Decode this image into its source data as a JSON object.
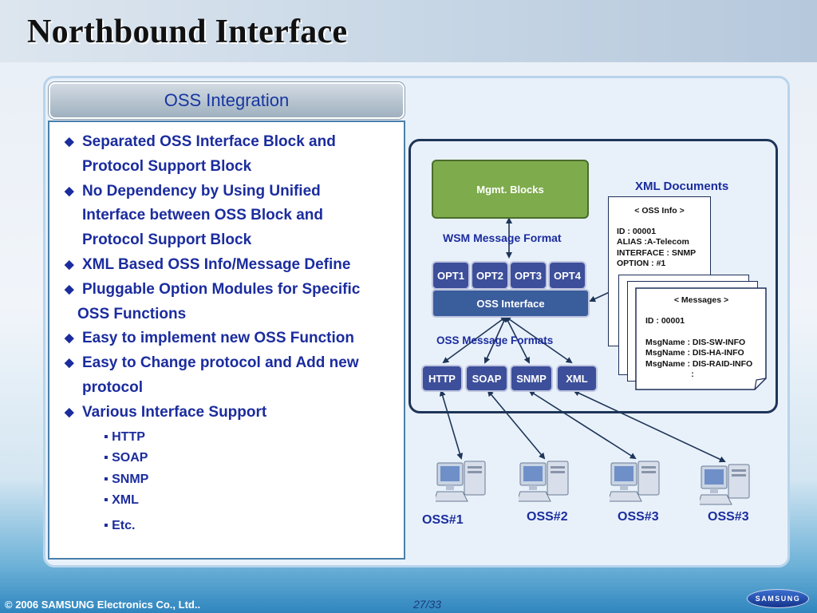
{
  "slide": {
    "title": "Northbound Interface",
    "tab_label": "OSS Integration"
  },
  "bullets": [
    {
      "lines": [
        "Separated OSS Interface Block and",
        "Protocol Support Block"
      ]
    },
    {
      "lines": [
        "No Dependency by Using Unified",
        "Interface between OSS Block and",
        "Protocol Support Block"
      ]
    },
    {
      "lines": [
        "XML Based OSS Info/Message Define"
      ]
    },
    {
      "lines": [
        "Pluggable Option Modules for Specific",
        "OSS Functions"
      ]
    },
    {
      "lines": [
        "Easy to implement new OSS Function"
      ]
    },
    {
      "lines": [
        "Easy to Change protocol and Add new",
        "protocol"
      ]
    },
    {
      "lines": [
        "Various Interface Support"
      ]
    }
  ],
  "sub_bullets": [
    "HTTP",
    "SOAP",
    "SNMP",
    "XML",
    "Etc."
  ],
  "diagram": {
    "mgmt_label": "Mgmt. Blocks",
    "wsm_label": "WSM Message Format",
    "xml_docs_label": "XML Documents",
    "options": [
      "OPT1",
      "OPT2",
      "OPT3",
      "OPT4"
    ],
    "oss_interface_label": "OSS Interface",
    "oss_formats_label": "OSS Message Formats",
    "protocols": [
      "HTTP",
      "SOAP",
      "SNMP",
      "XML"
    ],
    "oss_info_doc": {
      "header": "< OSS Info >",
      "lines": [
        "ID : 00001",
        "ALIAS :A-Telecom",
        "INTERFACE : SNMP",
        "OPTION : #1"
      ]
    },
    "messages_doc": {
      "header": "< Messages >",
      "lines": [
        "ID : 00001",
        "",
        "MsgName : DIS-SW-INFO",
        "MsgName : DIS-HA-INFO",
        "MsgName : DIS-RAID-INFO"
      ],
      "ellipsis": ":"
    },
    "oss_labels": [
      "OSS#1",
      "OSS#2",
      "OSS#3",
      "OSS#3"
    ],
    "colors": {
      "mgmt": "#7eab4c",
      "option": "#3d4f9a",
      "frame": "#1e3558"
    }
  },
  "footer": {
    "copyright": "© 2006 SAMSUNG Electronics Co., Ltd..",
    "page": "27/33",
    "logo_text": "SAMSUNG"
  }
}
